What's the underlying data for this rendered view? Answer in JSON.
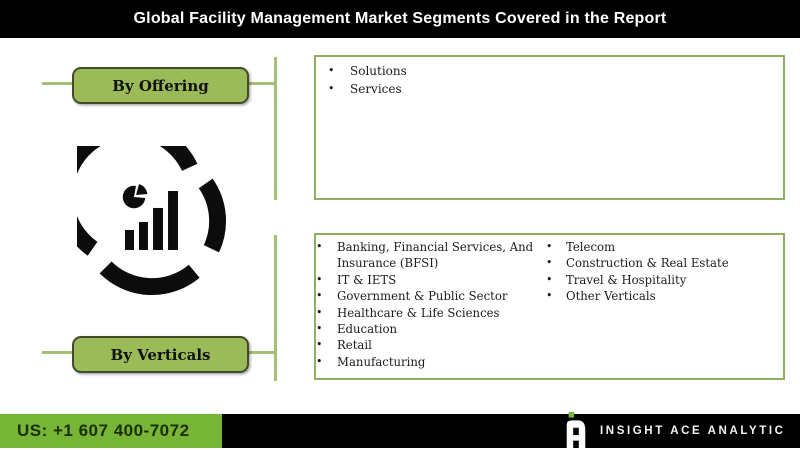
{
  "header": {
    "title": "Global Facility Management Market Segments Covered in the Report"
  },
  "segments": {
    "offering": {
      "label": "By Offering",
      "items": [
        "Solutions",
        "Services"
      ]
    },
    "verticals": {
      "label": "By Verticals",
      "col1": [
        "Banking, Financial Services, And Insurance (BFSI)",
        "IT & IETS",
        "Government & Public Sector",
        "Healthcare & Life Sciences",
        "Education",
        "Retail",
        "Manufacturing"
      ],
      "col2": [
        "Telecom",
        "Construction & Real Estate",
        "Travel & Hospitality",
        "Other Verticals"
      ]
    }
  },
  "icon": {
    "name": "market-analytics-chart-icon"
  },
  "footer": {
    "phone": "US: +1 607 400-7072",
    "brand": "INSIGHT ACE ANALYTIC"
  },
  "colors": {
    "header_bg": "#000000",
    "footer_green": "#76b535",
    "button_green": "#9bbb59",
    "button_border": "#454a28",
    "box_border": "#8fae62",
    "connector_line": "#a3c173",
    "icon_black": "#0c0c0c"
  }
}
